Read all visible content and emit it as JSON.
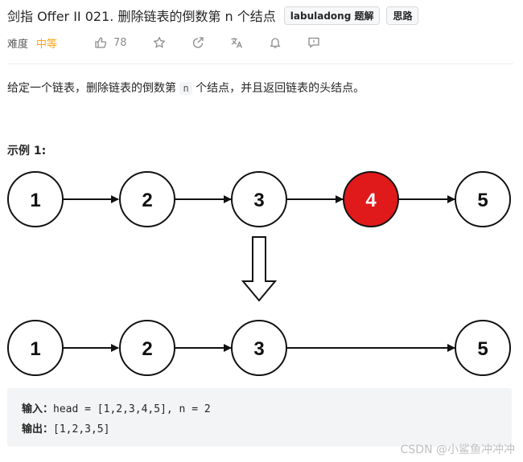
{
  "header": {
    "title": "剑指 Offer II 021. 删除链表的倒数第 n 个结点",
    "tag_author": "labuladong 题解",
    "tag_hint": "思路"
  },
  "meta": {
    "difficulty_label": "难度",
    "difficulty_value": "中等",
    "difficulty_color": "#ffa116",
    "likes": "78",
    "icons": [
      "thumbs-up-icon",
      "star-icon",
      "share-icon",
      "translate-icon",
      "bell-icon",
      "feedback-icon"
    ]
  },
  "description": {
    "before": "给定一个链表，删除链表的倒数第",
    "code": "n",
    "after": "个结点，并且返回链表的头结点。"
  },
  "example": {
    "title": "示例 1:",
    "input_label": "输入：",
    "input_value": "head = [1,2,3,4,5], n = 2",
    "output_label": "输出：",
    "output_value": "[1,2,3,5]"
  },
  "diagram": {
    "before_nodes": [
      "1",
      "2",
      "3",
      "4",
      "5"
    ],
    "removed_index": 3,
    "removed_color": "#e0191b",
    "after_nodes": [
      "1",
      "2",
      "3",
      "5"
    ]
  },
  "watermark": "CSDN @小鲨鱼冲冲冲"
}
